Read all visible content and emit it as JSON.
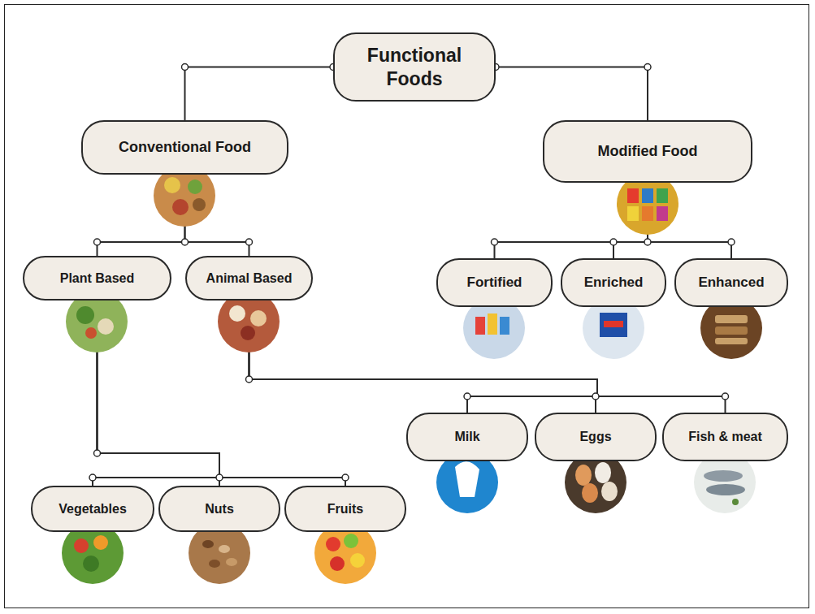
{
  "diagram": {
    "nodes": [
      {
        "text": [
          "Functional Foods"
        ]
      },
      {
        "text": [
          "Conventional Food"
        ]
      },
      {
        "text": [
          "Modified Food"
        ]
      },
      {
        "text": [
          "Plant Based"
        ]
      },
      {
        "text": [
          "Animal Based"
        ]
      },
      {
        "text": [
          "Fortified"
        ]
      },
      {
        "text": [
          "Enriched"
        ]
      },
      {
        "text": [
          "Enhanced"
        ]
      },
      {
        "text": [
          "Milk"
        ]
      },
      {
        "text": [
          "Eggs"
        ]
      },
      {
        "text": [
          "Fish & meat"
        ]
      },
      {
        "text": [
          "Vegetables"
        ]
      },
      {
        "text": [
          "Nuts"
        ]
      },
      {
        "text": [
          "Fruits"
        ]
      }
    ],
    "edges": [
      {
        "from": 0,
        "to": 1,
        "arrow": "none"
      },
      {
        "from": 0,
        "to": 2,
        "arrow": "none"
      },
      {
        "from": 1,
        "to": 3,
        "arrow": "none"
      },
      {
        "from": 1,
        "to": 4,
        "arrow": "none"
      },
      {
        "from": 2,
        "to": 5,
        "arrow": "none"
      },
      {
        "from": 2,
        "to": 6,
        "arrow": "none"
      },
      {
        "from": 2,
        "to": 7,
        "arrow": "none"
      },
      {
        "from": 4,
        "to": 8,
        "arrow": "none"
      },
      {
        "from": 4,
        "to": 9,
        "arrow": "none"
      },
      {
        "from": 4,
        "to": 10,
        "arrow": "none"
      },
      {
        "from": 3,
        "to": 11,
        "arrow": "none"
      },
      {
        "from": 3,
        "to": 12,
        "arrow": "none"
      },
      {
        "from": 3,
        "to": 13,
        "arrow": "none"
      }
    ]
  }
}
